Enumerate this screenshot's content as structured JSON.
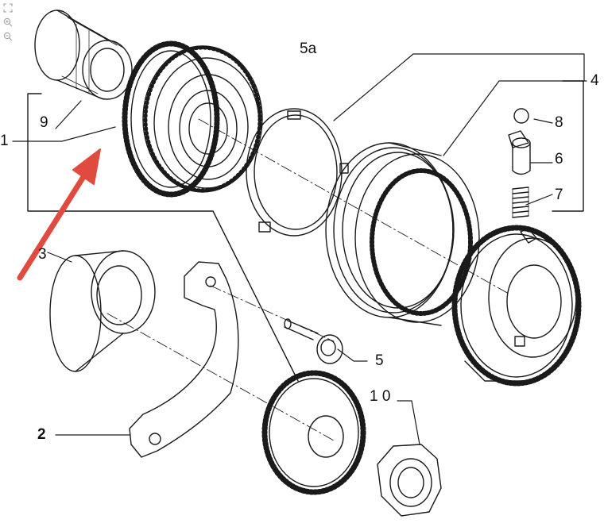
{
  "toolbar": {
    "items": [
      {
        "icon": "fit-page-icon"
      },
      {
        "icon": "zoom-in-icon"
      },
      {
        "icon": "zoom-out-icon"
      }
    ]
  },
  "labels": {
    "part_1": "1",
    "part_2": "2",
    "part_3": "3",
    "part_4": "4",
    "part_5": "5",
    "part_5a": "5a",
    "part_6": "6",
    "part_7": "7",
    "part_8": "8",
    "part_9": "9",
    "part_10": "1 0"
  },
  "colors": {
    "line": "#1a1a1a",
    "arrow": "#e04a3f",
    "background": "#ffffff"
  }
}
